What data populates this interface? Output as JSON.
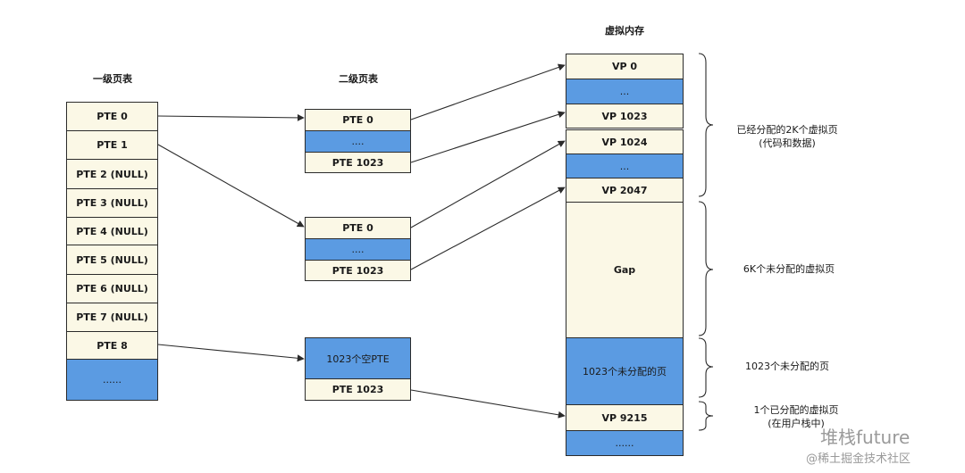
{
  "titles": {
    "level1": "一级页表",
    "level2": "二级页表",
    "virtual": "虚拟内存"
  },
  "level1_table": {
    "rows": [
      "PTE 0",
      "PTE 1",
      "PTE 2 (NULL)",
      "PTE 3 (NULL)",
      "PTE 4 (NULL)",
      "PTE 5 (NULL)",
      "PTE 6 (NULL)",
      "PTE 7 (NULL)",
      "PTE 8",
      "......"
    ]
  },
  "level2_tables": [
    {
      "rows": [
        "PTE 0",
        "....",
        "PTE 1023"
      ]
    },
    {
      "rows": [
        "PTE 0",
        "....",
        "PTE 1023"
      ]
    },
    {
      "rows": [
        "1023个空PTE",
        "PTE 1023"
      ]
    }
  ],
  "virtual_memory": {
    "rows": [
      "VP 0",
      "...",
      "VP 1023",
      "VP 1024",
      "...",
      "VP 2047",
      "Gap",
      "1023个未分配的页",
      "VP 9215",
      "......"
    ]
  },
  "annotations": {
    "allocated_line1": "已经分配的2K个虚拟页",
    "allocated_line2": "(代码和数据)",
    "unallocated_6k": "6K个未分配的虚拟页",
    "unallocated_1023": "1023个未分配的页",
    "stack_line1": "1个已分配的虚拟页",
    "stack_line2": "(在用户栈中)"
  },
  "watermark": {
    "line1": "堆栈future",
    "line2": "@稀土掘金技术社区"
  },
  "colors": {
    "cream": "#fbf8e6",
    "blue": "#5b9be2",
    "border": "#2b2b2b"
  }
}
